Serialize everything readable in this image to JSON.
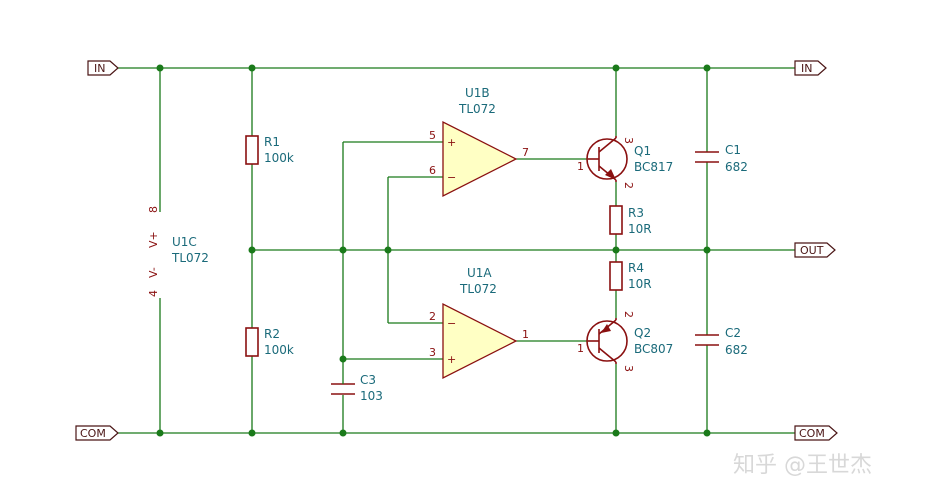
{
  "ports": {
    "in_left": "IN",
    "in_right": "IN",
    "out_right": "OUT",
    "com_left": "COM",
    "com_right": "COM"
  },
  "u1c": {
    "ref": "U1C",
    "value": "TL072",
    "pin_vplus": "8",
    "vplus": "V+",
    "pin_vminus": "4",
    "vminus": "V-"
  },
  "u1b": {
    "ref": "U1B",
    "value": "TL072",
    "pin_plus": "5",
    "pin_minus": "6",
    "pin_out": "7",
    "plus_sign": "+",
    "minus_sign": "−"
  },
  "u1a": {
    "ref": "U1A",
    "value": "TL072",
    "pin_minus": "2",
    "pin_plus": "3",
    "pin_out": "1",
    "plus_sign": "+",
    "minus_sign": "−"
  },
  "r1": {
    "ref": "R1",
    "value": "100k"
  },
  "r2": {
    "ref": "R2",
    "value": "100k"
  },
  "r3": {
    "ref": "R3",
    "value": "10R"
  },
  "r4": {
    "ref": "R4",
    "value": "10R"
  },
  "c1": {
    "ref": "C1",
    "value": "682"
  },
  "c2": {
    "ref": "C2",
    "value": "682"
  },
  "c3": {
    "ref": "C3",
    "value": "103"
  },
  "q1": {
    "ref": "Q1",
    "value": "BC817",
    "pin_b": "1",
    "pin_c": "3",
    "pin_e": "2"
  },
  "q2": {
    "ref": "Q2",
    "value": "BC807",
    "pin_b": "1",
    "pin_e": "2",
    "pin_c": "3"
  },
  "watermark": "知乎 @王世杰"
}
